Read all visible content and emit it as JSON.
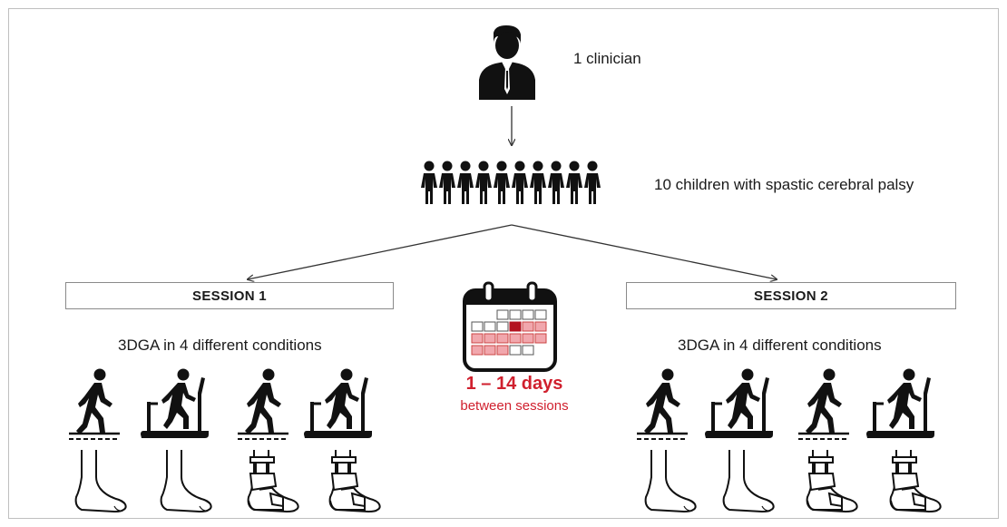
{
  "clinician": {
    "label": "1 clinician",
    "icon": "clinician-icon"
  },
  "children": {
    "label": "10 children with spastic cerebral palsy",
    "count": 10,
    "icon": "child-icon"
  },
  "sessions": [
    {
      "title": "SESSION 1",
      "subtitle": "3DGA in 4 different conditions",
      "conditions": [
        {
          "mode": "overground walking",
          "orthosis": "barefoot"
        },
        {
          "mode": "treadmill walking",
          "orthosis": "barefoot"
        },
        {
          "mode": "overground walking",
          "orthosis": "ankle-foot orthosis"
        },
        {
          "mode": "treadmill walking",
          "orthosis": "ankle-foot orthosis"
        }
      ]
    },
    {
      "title": "SESSION 2",
      "subtitle": "3DGA in 4 different conditions",
      "conditions": [
        {
          "mode": "overground walking",
          "orthosis": "barefoot"
        },
        {
          "mode": "treadmill walking",
          "orthosis": "barefoot"
        },
        {
          "mode": "overground walking",
          "orthosis": "ankle-foot orthosis"
        },
        {
          "mode": "treadmill walking",
          "orthosis": "ankle-foot orthosis"
        }
      ]
    }
  ],
  "interval": {
    "days": "1 – 14 days",
    "caption": "between sessions",
    "icon": "calendar-icon"
  },
  "colors": {
    "accent": "#d0202e",
    "calendar_fill": "#f1a7ad",
    "calendar_selected": "#b3121f",
    "text": "#1a1a1a"
  }
}
